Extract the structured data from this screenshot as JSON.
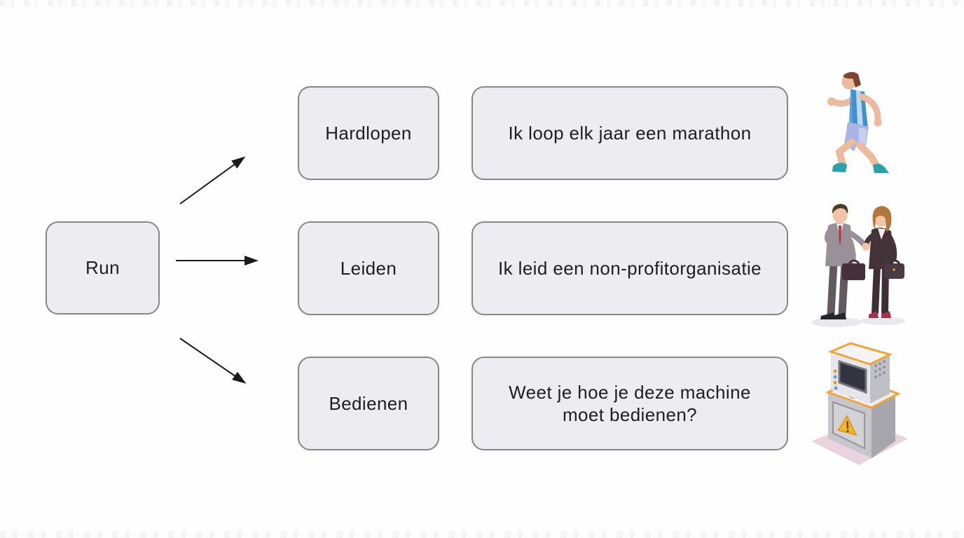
{
  "diagram": {
    "root": {
      "label": "Run"
    },
    "branches": [
      {
        "verb": "Hardlopen",
        "example": "Ik loop elk jaar een marathon",
        "illustration": "runner"
      },
      {
        "verb": "Leiden",
        "example": "Ik leid een non-profitorganisatie",
        "illustration": "business-handshake"
      },
      {
        "verb": "Bedienen",
        "example": "Weet je hoe je deze machine moet bedienen?",
        "illustration": "control-machine"
      }
    ],
    "style": {
      "box_fill": "#ececf1",
      "box_border": "#85858b",
      "text_color": "#1e1e22",
      "arrow_color": "#1a1a1a",
      "background": "#fefefe"
    }
  }
}
